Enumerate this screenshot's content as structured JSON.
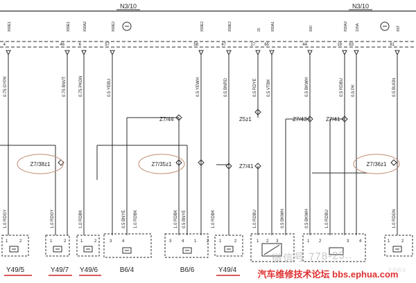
{
  "diagram": {
    "header_labels": [
      "N3/10",
      "N3/10"
    ],
    "top_pin_codes": [
      "X59E1",
      "X59E1",
      "X59A2",
      "X59E2",
      "X59E2",
      "X59E2",
      "15",
      "X59A1",
      "X60",
      "X59A3",
      "1X5A",
      "X5T"
    ],
    "top_pin_numbers": [
      "4",
      "46",
      "6",
      "57",
      "58",
      "47",
      "17",
      "65",
      "44",
      "19",
      "83",
      "81"
    ],
    "wire_labels_top": [
      "0.75 GYPK",
      "0.75 BNVT",
      "0.75 PKGN",
      "0.5 YEBU",
      "0.5 YEWH",
      "0.5 BNRD",
      "0.5 RDYE",
      "0.5 VTBK",
      "0.5 BKWH",
      "0.5 RDBU",
      "0.5 PK",
      "0.5 BUGN"
    ],
    "splice_labels": [
      "Z7/44",
      "Z5z1",
      "Z7/43",
      "Z7/41",
      "Z7/41"
    ],
    "circled_splices": [
      "Z7/38z1",
      "Z7/35z1",
      "Z7/36z1"
    ],
    "wire_labels_bottom": [
      "1.0 RDGY",
      "1.0 RDGY",
      "1.0 RDBK",
      "0.5 BNYE",
      "1.0 RDBK",
      "1.0 RDBK",
      "0.5 BNYE",
      "1.0 RDBK",
      "1.0 RDBU",
      "0.5 BKWH",
      "0.5 BKWH",
      "1.0 RDBU",
      "1.0 RDGN"
    ],
    "bottom_pin_numbers": [
      "1",
      "2",
      "1",
      "2",
      "1",
      "2",
      "3",
      "4",
      "3",
      "4",
      "1",
      "2",
      "1",
      "2",
      "1",
      "2",
      "3",
      "1",
      "2",
      "3",
      "4",
      "1",
      "2"
    ],
    "component_labels": [
      "Y49/5",
      "Y49/7",
      "Y49/6",
      "B6/4",
      "B6/6",
      "Y49/4",
      "Y49/3"
    ],
    "watermark_text": "微信号 778-23..",
    "banner_text": "汽车维修技术论坛 bbs.ephua.com"
  },
  "colors": {
    "line": "#2a2a2a",
    "circle": "#c08a70",
    "underline": "#cc2222",
    "banner": "#e03030"
  }
}
